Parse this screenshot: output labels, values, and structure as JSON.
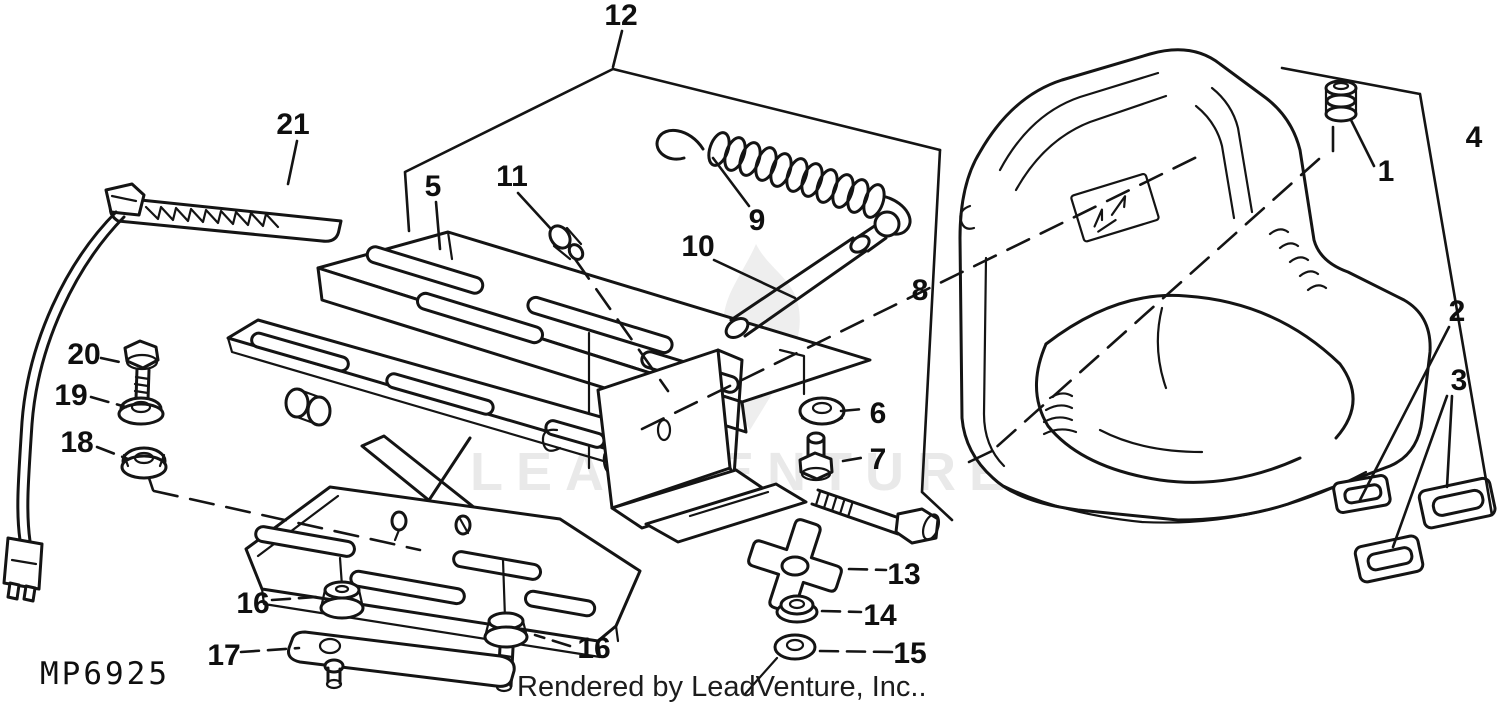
{
  "diagram": {
    "title_number": "MP6925",
    "credit": "Rendered by LeadVenture, Inc..",
    "watermark": {
      "text": "LEADVENTURE"
    },
    "colors": {
      "line": "#141414",
      "background": "#ffffff",
      "watermark_gray": "#e9e9e9"
    },
    "callouts": [
      {
        "label": "12"
      },
      {
        "label": "21"
      },
      {
        "label": "5"
      },
      {
        "label": "11"
      },
      {
        "label": "9"
      },
      {
        "label": "10"
      },
      {
        "label": "1"
      },
      {
        "label": "4"
      },
      {
        "label": "8"
      },
      {
        "label": "2"
      },
      {
        "label": "3"
      },
      {
        "label": "6"
      },
      {
        "label": "7"
      },
      {
        "label": "20"
      },
      {
        "label": "19"
      },
      {
        "label": "18"
      },
      {
        "label": "13"
      },
      {
        "label": "14"
      },
      {
        "label": "15"
      },
      {
        "label": "16"
      },
      {
        "label": "16"
      },
      {
        "label": "17"
      }
    ]
  }
}
